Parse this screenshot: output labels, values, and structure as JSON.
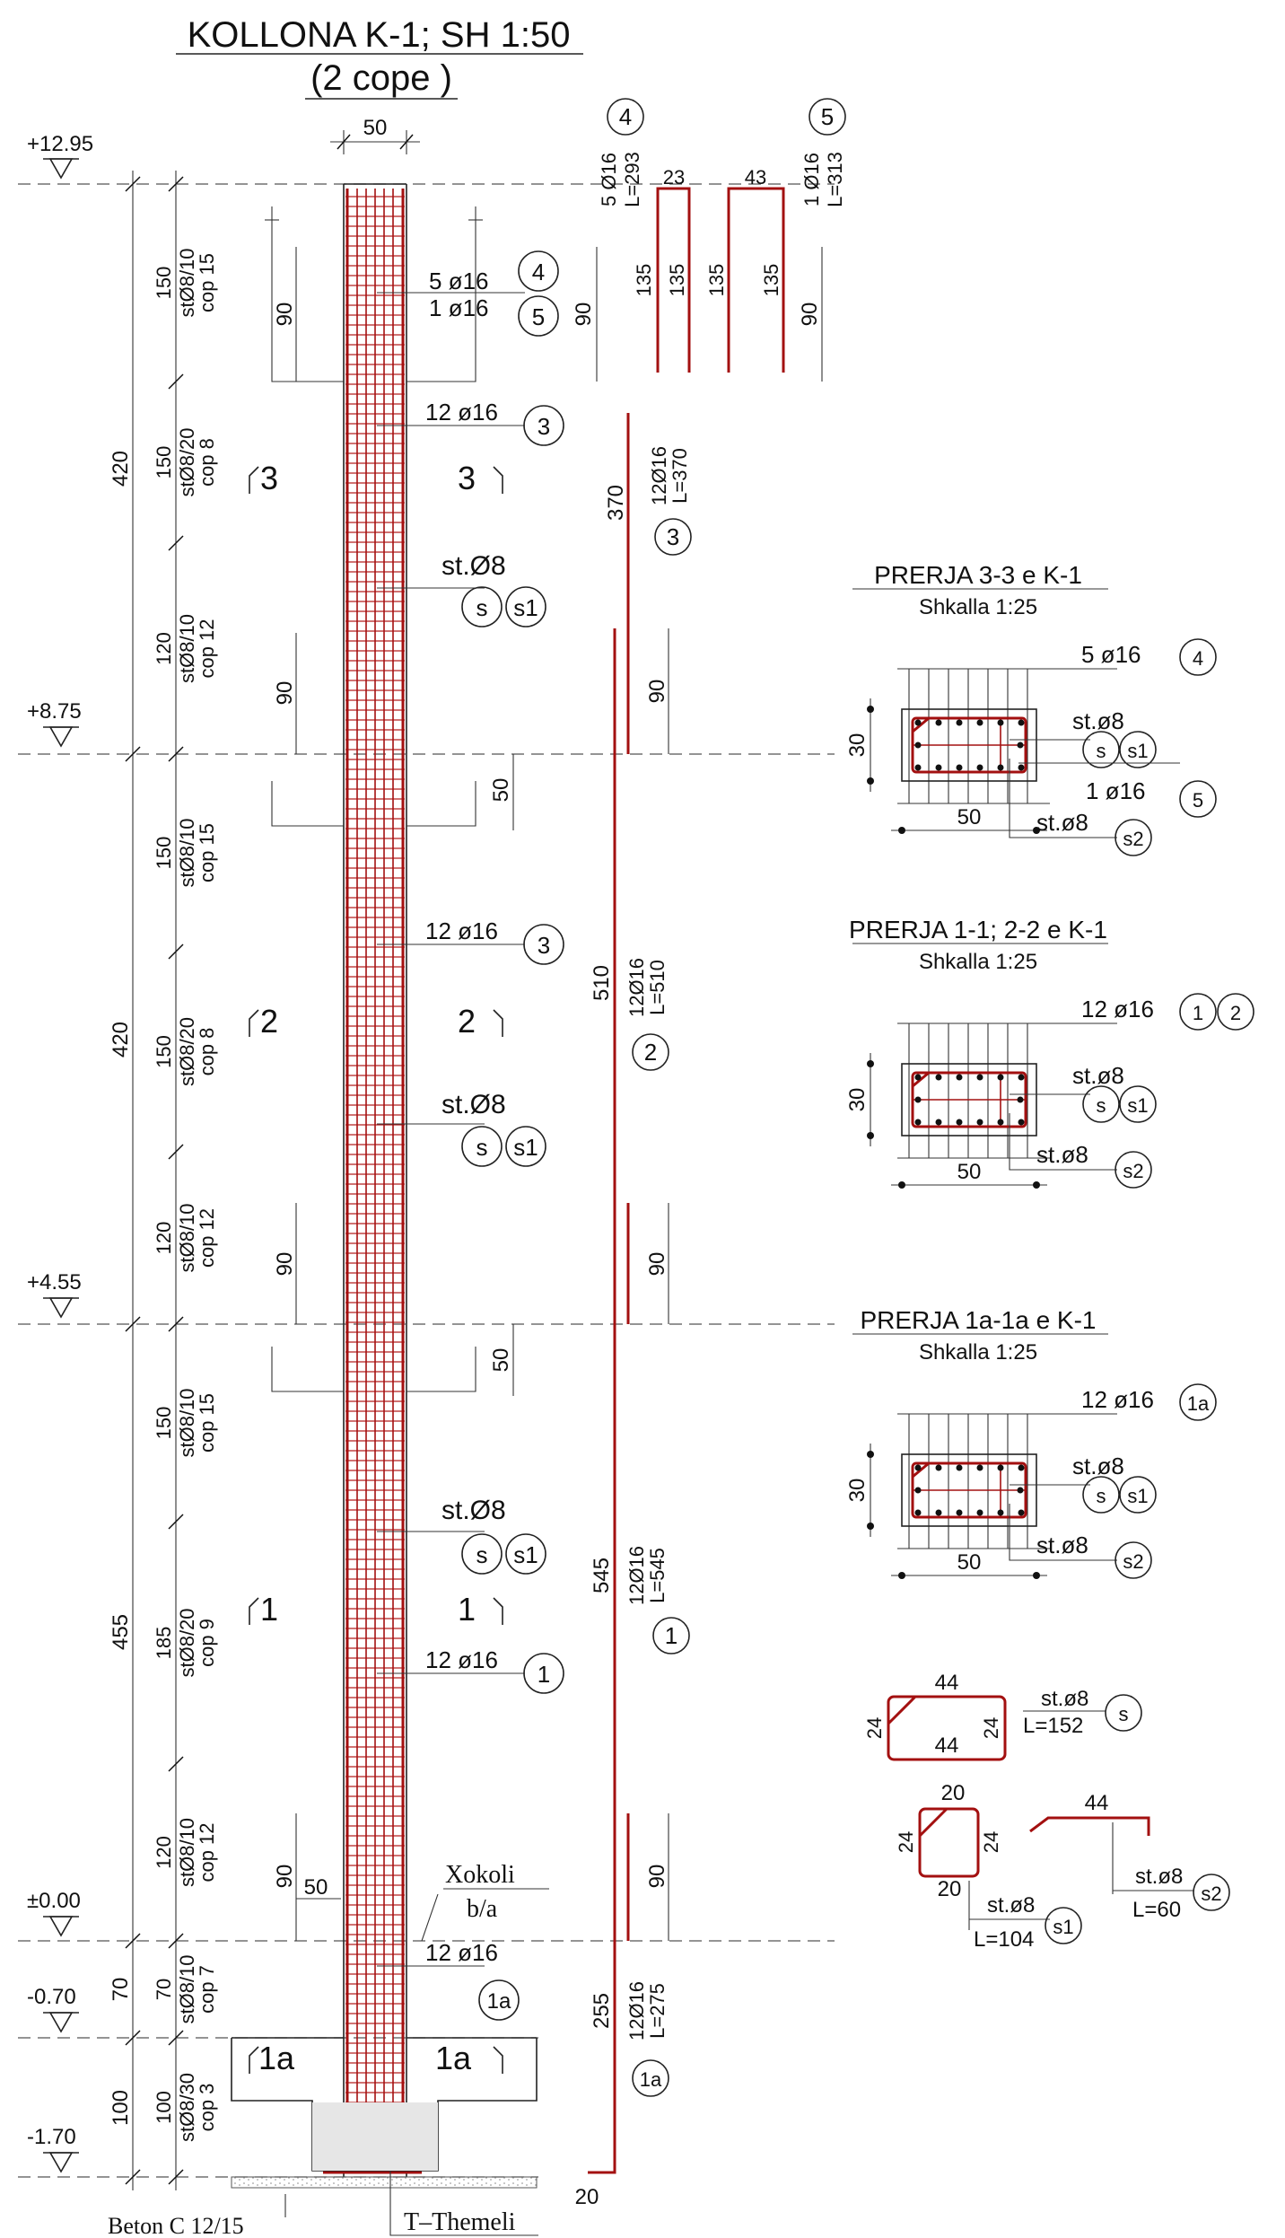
{
  "title": "KOLLONA K-1; SH 1:50",
  "subtitle": "(2 cope )",
  "elevations": {
    "top": "+12.95",
    "floor2": "+8.75",
    "floor1": "+4.55",
    "ground": "±0.00",
    "minus070": "-0.70",
    "minus170": "-1.70"
  },
  "outer_dims": {
    "seg3": "420",
    "seg2": "420",
    "seg1": "455",
    "seg0a": "70",
    "seg0b": "100"
  },
  "stirrup_zones": [
    {
      "len": "150",
      "spec": "stØ8/10",
      "count": "cop 15"
    },
    {
      "len": "150",
      "spec": "stØ8/20",
      "count": "cop 8"
    },
    {
      "len": "120",
      "spec": "stØ8/10",
      "count": "cop 12"
    },
    {
      "len": "150",
      "spec": "stØ8/10",
      "count": "cop 15"
    },
    {
      "len": "150",
      "spec": "stØ8/20",
      "count": "cop 8"
    },
    {
      "len": "120",
      "spec": "stØ8/10",
      "count": "cop 12"
    },
    {
      "len": "150",
      "spec": "stØ8/10",
      "count": "cop 15"
    },
    {
      "len": "185",
      "spec": "stØ8/20",
      "count": "cop 9"
    },
    {
      "len": "120",
      "spec": "stØ8/10",
      "count": "cop 12"
    },
    {
      "len": "70",
      "spec": "stØ8/10",
      "count": "cop 7"
    },
    {
      "len": "100",
      "spec": "stØ8/30",
      "count": "cop 3"
    }
  ],
  "column_width": "50",
  "dims": {
    "d90": "90",
    "d50": "50",
    "d20": "20"
  },
  "section_marks": {
    "s3": "3",
    "s2": "2",
    "s1": "1",
    "s1a": "1a"
  },
  "labels": {
    "bar4": "5  ø16",
    "bar5": "1  ø16",
    "bar3": "12  ø16",
    "bar1": "12  ø16",
    "bar1a": "12  ø16",
    "stirrup": "st.Ø8",
    "xokoli": "Xokoli",
    "ba": "b/a",
    "beton": "Beton C 12/15",
    "themeli": "T–Themeli"
  },
  "circles": {
    "n4": "4",
    "n5": "5",
    "n3": "3",
    "n2": "2",
    "n1": "1",
    "n1a": "1a",
    "s": "s",
    "s1": "s1",
    "s2": "s2"
  },
  "bars": {
    "b4": {
      "count": "5 Ø16",
      "len": "L=293",
      "top": "23",
      "h": "135"
    },
    "b5": {
      "count": "1 Ø16",
      "len": "L=313",
      "top": "43",
      "h": "135"
    },
    "b3": {
      "count": "12Ø16",
      "len": "L=370",
      "h": "370"
    },
    "b2": {
      "count": "12Ø16",
      "len": "L=510",
      "h": "510"
    },
    "b1": {
      "count": "12Ø16",
      "len": "L=545",
      "h": "545"
    },
    "b1a": {
      "count": "12Ø16",
      "len": "L=275",
      "h": "255"
    }
  },
  "sections": [
    {
      "title": "PRERJA 3-3 e K-1",
      "scale": "Shkalla 1:25",
      "bar_a": "5  ø16",
      "bar_b": "1  ø16",
      "st1": "st.ø8",
      "st2": "st.ø8"
    },
    {
      "title": "PRERJA 1-1; 2-2 e K-1",
      "scale": "Shkalla 1:25",
      "bar_a": "12  ø16",
      "st1": "st.ø8",
      "st2": "st.ø8"
    },
    {
      "title": "PRERJA 1a-1a e K-1",
      "scale": "Shkalla 1:25",
      "bar_a": "12  ø16",
      "st1": "st.ø8",
      "st2": "st.ø8"
    }
  ],
  "section_dims": {
    "w": "50",
    "h": "30"
  },
  "shapes": {
    "s": {
      "top": "44",
      "bottom": "44",
      "left": "24",
      "right": "24",
      "spec": "st.ø8",
      "len": "L=152"
    },
    "s1": {
      "top": "20",
      "bottom": "20",
      "left": "24",
      "right": "24",
      "spec": "st.ø8",
      "len": "L=104"
    },
    "s2": {
      "top": "44",
      "spec": "st.ø8",
      "len": "L=60"
    }
  }
}
